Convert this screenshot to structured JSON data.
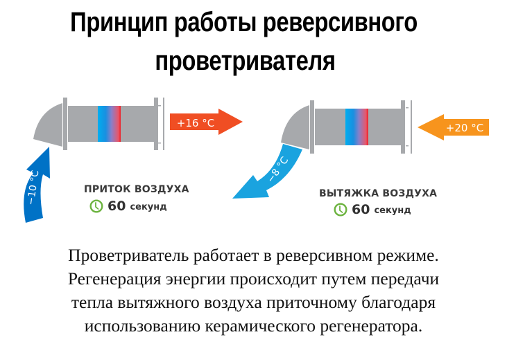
{
  "title": {
    "line1": "Принцип работы реверсивного",
    "line2": "проветривателя"
  },
  "supply": {
    "label": "ПРИТОК ВОЗДУХА",
    "duration_value": "60",
    "duration_unit": "секунд",
    "outside_temp": "−10 °C",
    "room_temp": "+16 °C"
  },
  "exhaust": {
    "label": "ВЫТЯЖКА ВОЗДУХА",
    "duration_value": "60",
    "duration_unit": "секунд",
    "outside_temp": "−8 °C",
    "room_temp": "+20 °C"
  },
  "description": {
    "lines": [
      "Проветриватель работает в реверсивном режиме.",
      "Регенерация энергии происходит путем передачи",
      "тепла вытяжного воздуха приточному благодаря",
      "использованию керамического регенератора."
    ]
  },
  "colors": {
    "duct_gray": "#a7a9ac",
    "cold_blue": "#0072c6",
    "cool_cyan": "#1aa3df",
    "warm_red": "#f04e23",
    "warm_orange": "#f7941d",
    "clock_green": "#6cb33f"
  }
}
